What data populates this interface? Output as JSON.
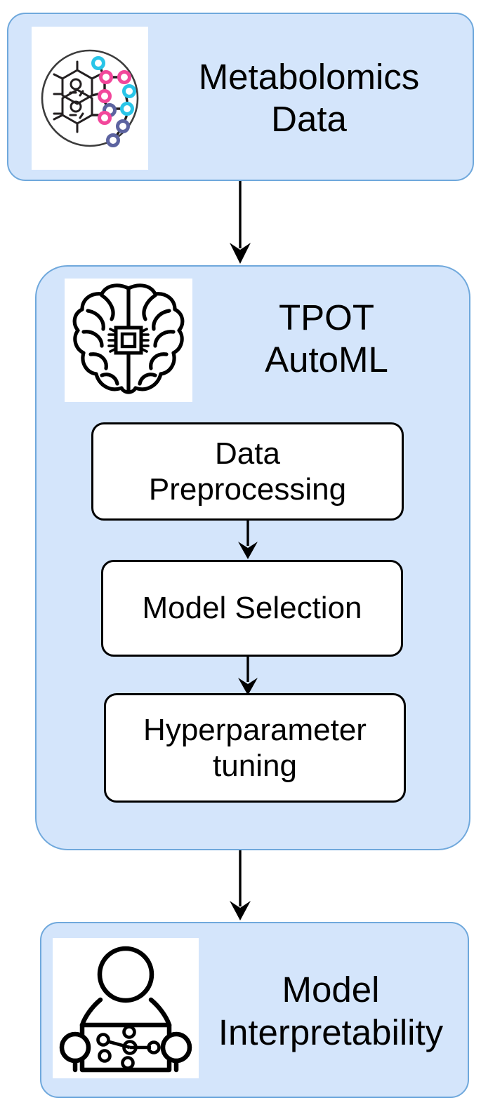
{
  "diagram": {
    "title": "TPOT AutoML metabolomics workflow",
    "type": "flowchart",
    "orientation": "vertical",
    "colors": {
      "stage_fill": "#d4e5fb",
      "stage_border": "#6fa8dc",
      "step_fill": "#ffffff",
      "step_border": "#000000",
      "arrow": "#000000",
      "text": "#000000",
      "molecule_cyan": "#29c5e8",
      "molecule_pink": "#f2479b",
      "molecule_purple": "#5c63a0"
    },
    "stages": [
      {
        "id": "metabolomics-data",
        "label": "Metabolomics\nData",
        "icon": "molecule-icon"
      },
      {
        "id": "tpot-automl",
        "label": "TPOT\nAutoML",
        "icon": "brain-chip-icon",
        "steps": [
          {
            "id": "data-preprocessing",
            "label": "Data\nPreprocessing"
          },
          {
            "id": "model-selection",
            "label": "Model Selection"
          },
          {
            "id": "hyperparameter-tuning",
            "label": "Hyperparameter\ntuning"
          }
        ]
      },
      {
        "id": "model-interpretability",
        "label": "Model\nInterpretability",
        "icon": "person-network-icon"
      }
    ],
    "connections": [
      {
        "id": "arrow-data-to-tpot",
        "from": "metabolomics-data",
        "to": "tpot-automl"
      },
      {
        "id": "arrow-preprocessing-to-selection",
        "from": "data-preprocessing",
        "to": "model-selection"
      },
      {
        "id": "arrow-selection-to-tuning",
        "from": "model-selection",
        "to": "hyperparameter-tuning"
      },
      {
        "id": "arrow-tpot-to-interpretability",
        "from": "tpot-automl",
        "to": "model-interpretability"
      }
    ]
  }
}
